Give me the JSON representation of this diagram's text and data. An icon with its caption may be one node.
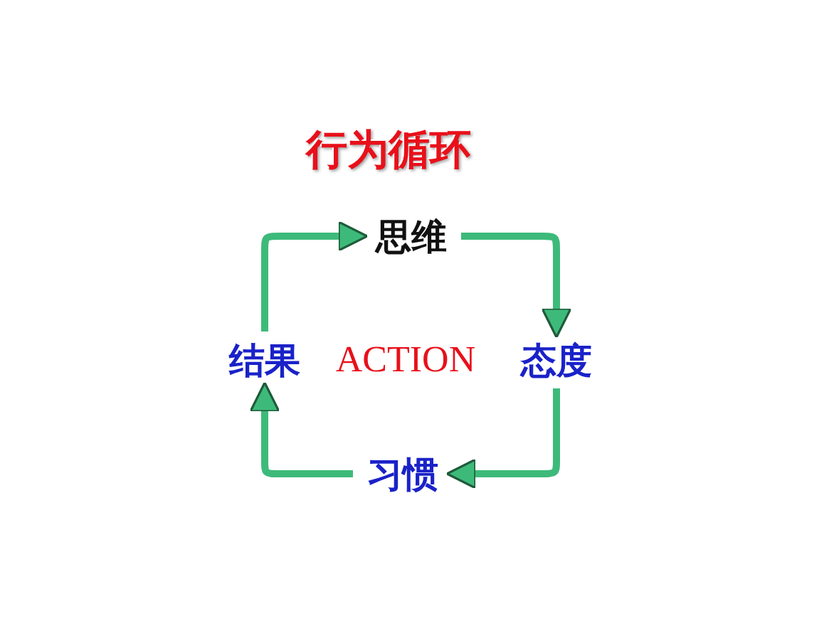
{
  "diagram": {
    "title": "行为循环",
    "nodes": [
      {
        "text": [
          "思维"
        ]
      },
      {
        "text": [
          "态度"
        ]
      },
      {
        "text": [
          "习惯"
        ]
      },
      {
        "text": [
          "结果"
        ]
      }
    ],
    "edges": [
      {
        "from": 0,
        "to": 1,
        "arrow": "to"
      },
      {
        "from": 1,
        "to": 2,
        "arrow": "to"
      },
      {
        "from": 2,
        "to": 3,
        "arrow": "to"
      },
      {
        "from": 3,
        "to": 0,
        "arrow": "to"
      }
    ],
    "labels": [
      "ACTION"
    ]
  }
}
